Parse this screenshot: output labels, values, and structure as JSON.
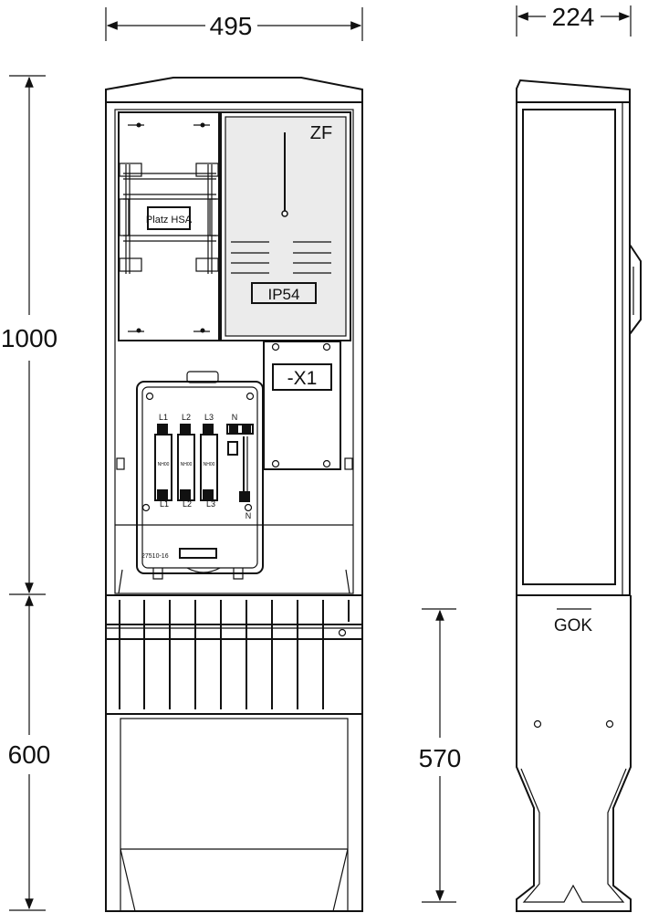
{
  "dimensions": {
    "front_width": "495",
    "side_width": "224",
    "total_height": "1000",
    "base_height": "600",
    "ground_depth": "570"
  },
  "labels": {
    "meter_field": "ZF",
    "ip_rating": "IP54",
    "hsa_slot": "Platz HSA",
    "terminal": "-X1",
    "ground_level": "GOK",
    "part_number": "27510-16",
    "fuse_rating": "NH00"
  },
  "phases_top": [
    "L1",
    "L2",
    "L3"
  ],
  "phases_bottom": [
    "L1",
    "L2",
    "L3"
  ],
  "neutral": "N",
  "colors": {
    "line": "#111111",
    "panel_fill": "#ebebeb",
    "background": "#ffffff"
  }
}
